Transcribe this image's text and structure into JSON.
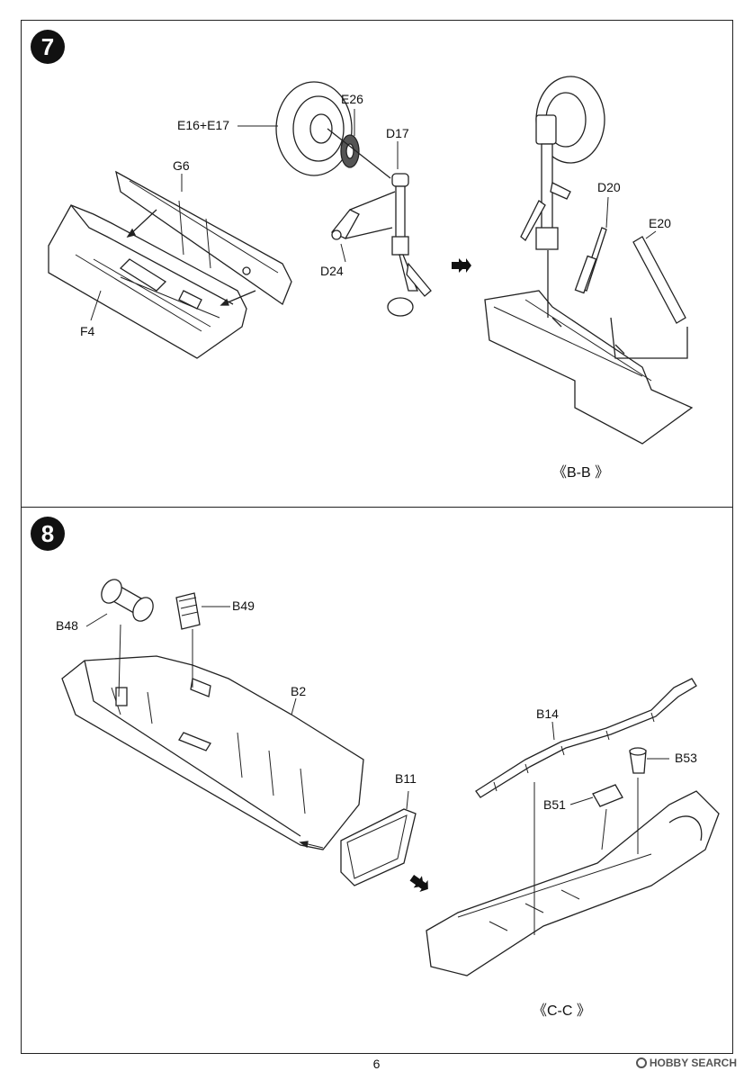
{
  "step7": {
    "number": "7",
    "parts": {
      "e16_e17": "E16+E17",
      "e26": "E26",
      "d17": "D17",
      "g6": "G6",
      "d24": "D24",
      "f4": "F4",
      "d20": "D20",
      "e20": "E20"
    },
    "view_label": "《B-B 》"
  },
  "step8": {
    "number": "8",
    "parts": {
      "b48": "B48",
      "b49": "B49",
      "b2": "B2",
      "b11": "B11",
      "b14": "B14",
      "b53": "B53",
      "b51": "B51"
    },
    "view_label": "《C-C 》"
  },
  "footer": {
    "page_number": "6",
    "watermark": "HOBBY SEARCH"
  },
  "icons": {
    "step_badge": "numbered-circle-icon",
    "flow_arrow": "double-arrow-icon"
  }
}
